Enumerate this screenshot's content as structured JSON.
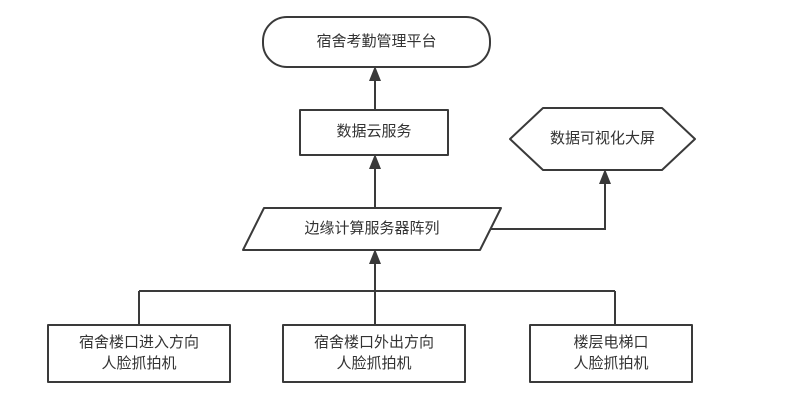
{
  "colors": {
    "background": "#ffffff",
    "stroke": "#3a3a3a",
    "shape_fill": "#ffffff",
    "text": "#333333"
  },
  "nodes": {
    "platform": {
      "label": "宿舍考勤管理平台",
      "shape": "rounded-rectangle"
    },
    "cloud": {
      "label": "数据云服务",
      "shape": "rectangle"
    },
    "bigscreen": {
      "label": "数据可视化大屏",
      "shape": "hexagon"
    },
    "edge_servers": {
      "label": "边缘计算服务器阵列",
      "shape": "parallelogram"
    },
    "camera_entry": {
      "label": "宿舍楼口进入方向\n人脸抓拍机",
      "shape": "rectangle"
    },
    "camera_exit": {
      "label": "宿舍楼口外出方向\n人脸抓拍机",
      "shape": "rectangle"
    },
    "camera_elevator": {
      "label": "楼层电梯口\n人脸抓拍机",
      "shape": "rectangle"
    }
  },
  "edges": [
    {
      "from": "cloud",
      "to": "platform",
      "arrow": true
    },
    {
      "from": "edge_servers",
      "to": "cloud",
      "arrow": true
    },
    {
      "from": "edge_servers",
      "to": "bigscreen",
      "arrow": true
    },
    {
      "from": "camera_entry",
      "to": "edge_servers",
      "arrow": true
    },
    {
      "from": "camera_exit",
      "to": "edge_servers",
      "arrow": true
    },
    {
      "from": "camera_elevator",
      "to": "edge_servers",
      "arrow": true
    }
  ]
}
